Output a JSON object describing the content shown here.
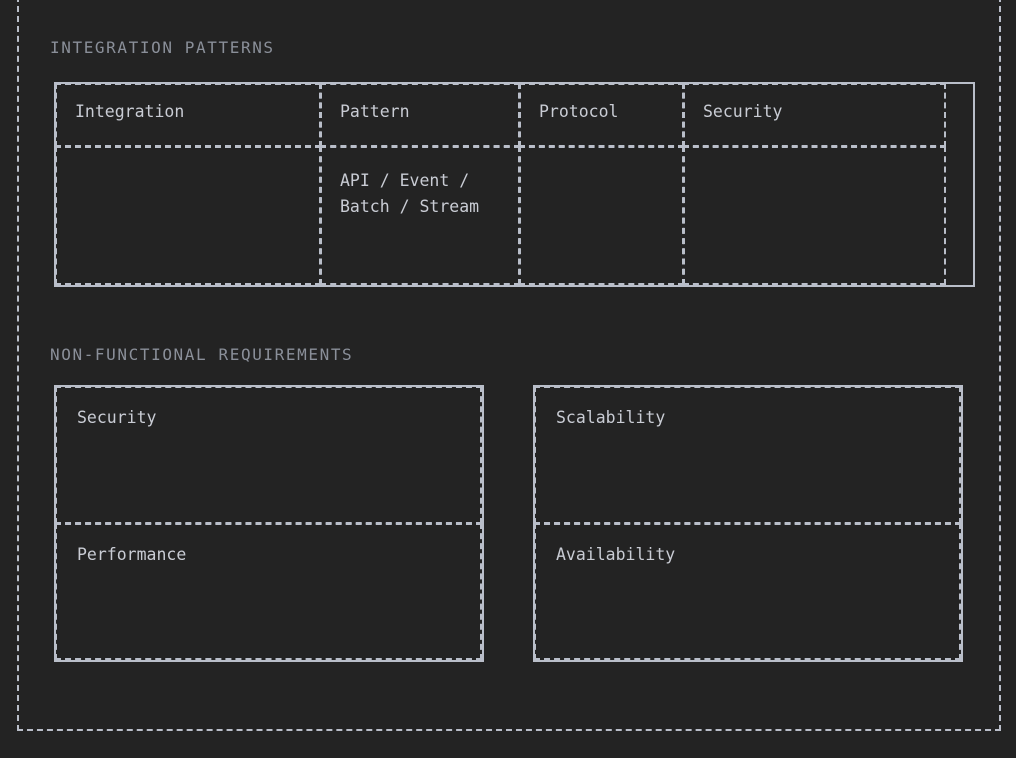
{
  "theme": {
    "background": "#232323",
    "border_color": "#b9bec9",
    "text_color": "#c9ccd4",
    "label_color": "#8a8f99"
  },
  "sections": {
    "integration": {
      "label": "INTEGRATION PATTERNS",
      "table": {
        "columns": [
          "Integration",
          "Pattern",
          "Protocol",
          "Security"
        ],
        "rows": [
          {
            "integration": "",
            "pattern": "API / Event / Batch / Stream",
            "protocol": "",
            "security": ""
          }
        ]
      }
    },
    "nfr": {
      "label": "NON-FUNCTIONAL REQUIREMENTS",
      "columns": [
        {
          "cells": [
            {
              "title": "Security"
            },
            {
              "title": "Performance"
            }
          ]
        },
        {
          "cells": [
            {
              "title": "Scalability"
            },
            {
              "title": "Availability"
            }
          ]
        }
      ]
    }
  }
}
